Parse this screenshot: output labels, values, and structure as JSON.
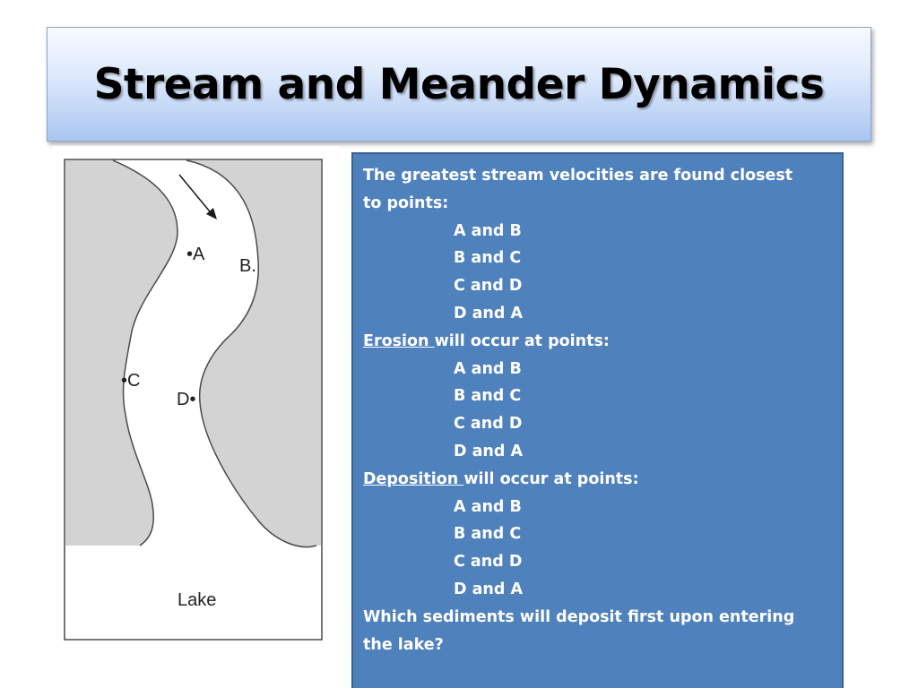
{
  "title": "Stream and Meander Dynamics",
  "figure": {
    "labels": {
      "a": "•A",
      "b": "B.",
      "c": "•C",
      "d": "D•",
      "lake": "Lake"
    },
    "colors": {
      "land": "#d3d3d3",
      "water": "#ffffff",
      "outline": "#4a4a4a"
    }
  },
  "question_box": {
    "background_color": "#4f81bd",
    "q1": {
      "line1": "The greatest stream velocities are found closest",
      "line2": "to points:",
      "options": [
        "A and B",
        "B and C",
        "C and D",
        "D and A"
      ]
    },
    "q2": {
      "keyword": "Erosion ",
      "rest": "will occur at points:",
      "options": [
        "A and B",
        "B and C",
        "C and D",
        "D and A"
      ]
    },
    "q3": {
      "keyword": "Deposition ",
      "rest": "will occur at points:",
      "options": [
        "A and B",
        "B and C",
        "C and D",
        "D and A"
      ]
    },
    "q4": {
      "line1": "Which sediments will deposit first upon entering",
      "line2": "the lake?"
    }
  }
}
